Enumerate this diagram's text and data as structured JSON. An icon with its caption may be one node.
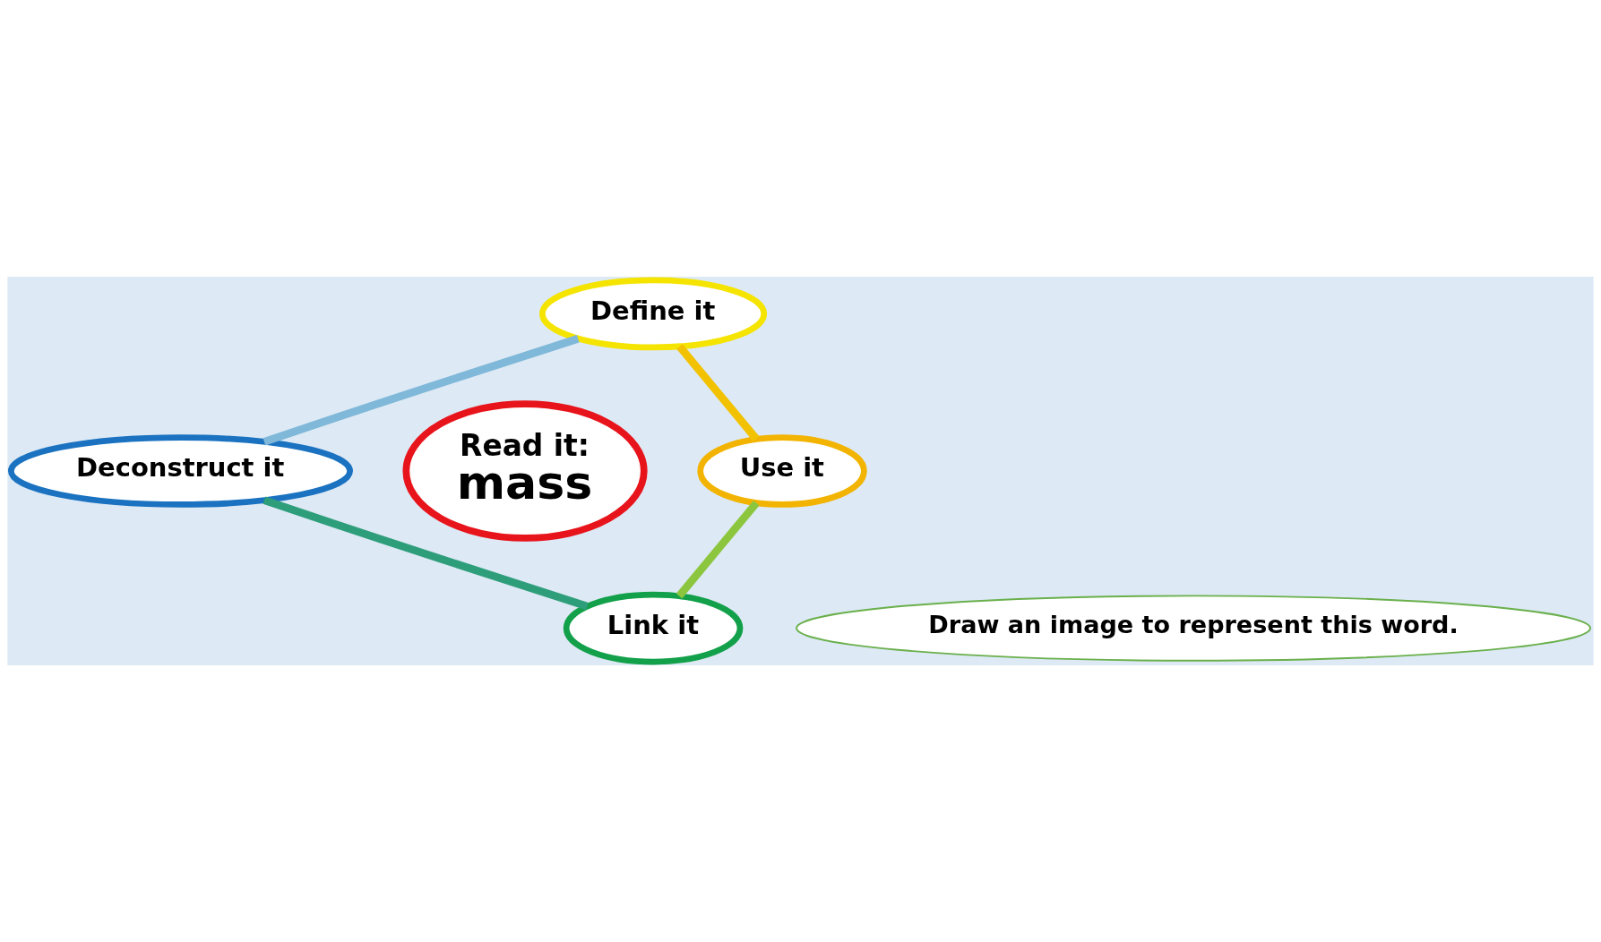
{
  "diagram": {
    "nodes": [
      {
        "text": [
          "Define it"
        ]
      },
      {
        "text": [
          "Use it"
        ]
      },
      {
        "text": [
          "Link it"
        ]
      },
      {
        "text": [
          "Deconstruct it"
        ]
      },
      {
        "text": [
          "Read it:",
          "mass"
        ]
      },
      {
        "text": [
          "Draw an image to represent this word."
        ]
      }
    ],
    "edges": [
      {
        "from": 0,
        "to": 1,
        "arrow": "none",
        "color": "#f2c200"
      },
      {
        "from": 1,
        "to": 2,
        "arrow": "none",
        "color": "#8cc63f"
      },
      {
        "from": 2,
        "to": 3,
        "arrow": "none",
        "color": "#2e9e7a"
      },
      {
        "from": 3,
        "to": 0,
        "arrow": "none",
        "color": "#7fb8d8"
      }
    ]
  }
}
